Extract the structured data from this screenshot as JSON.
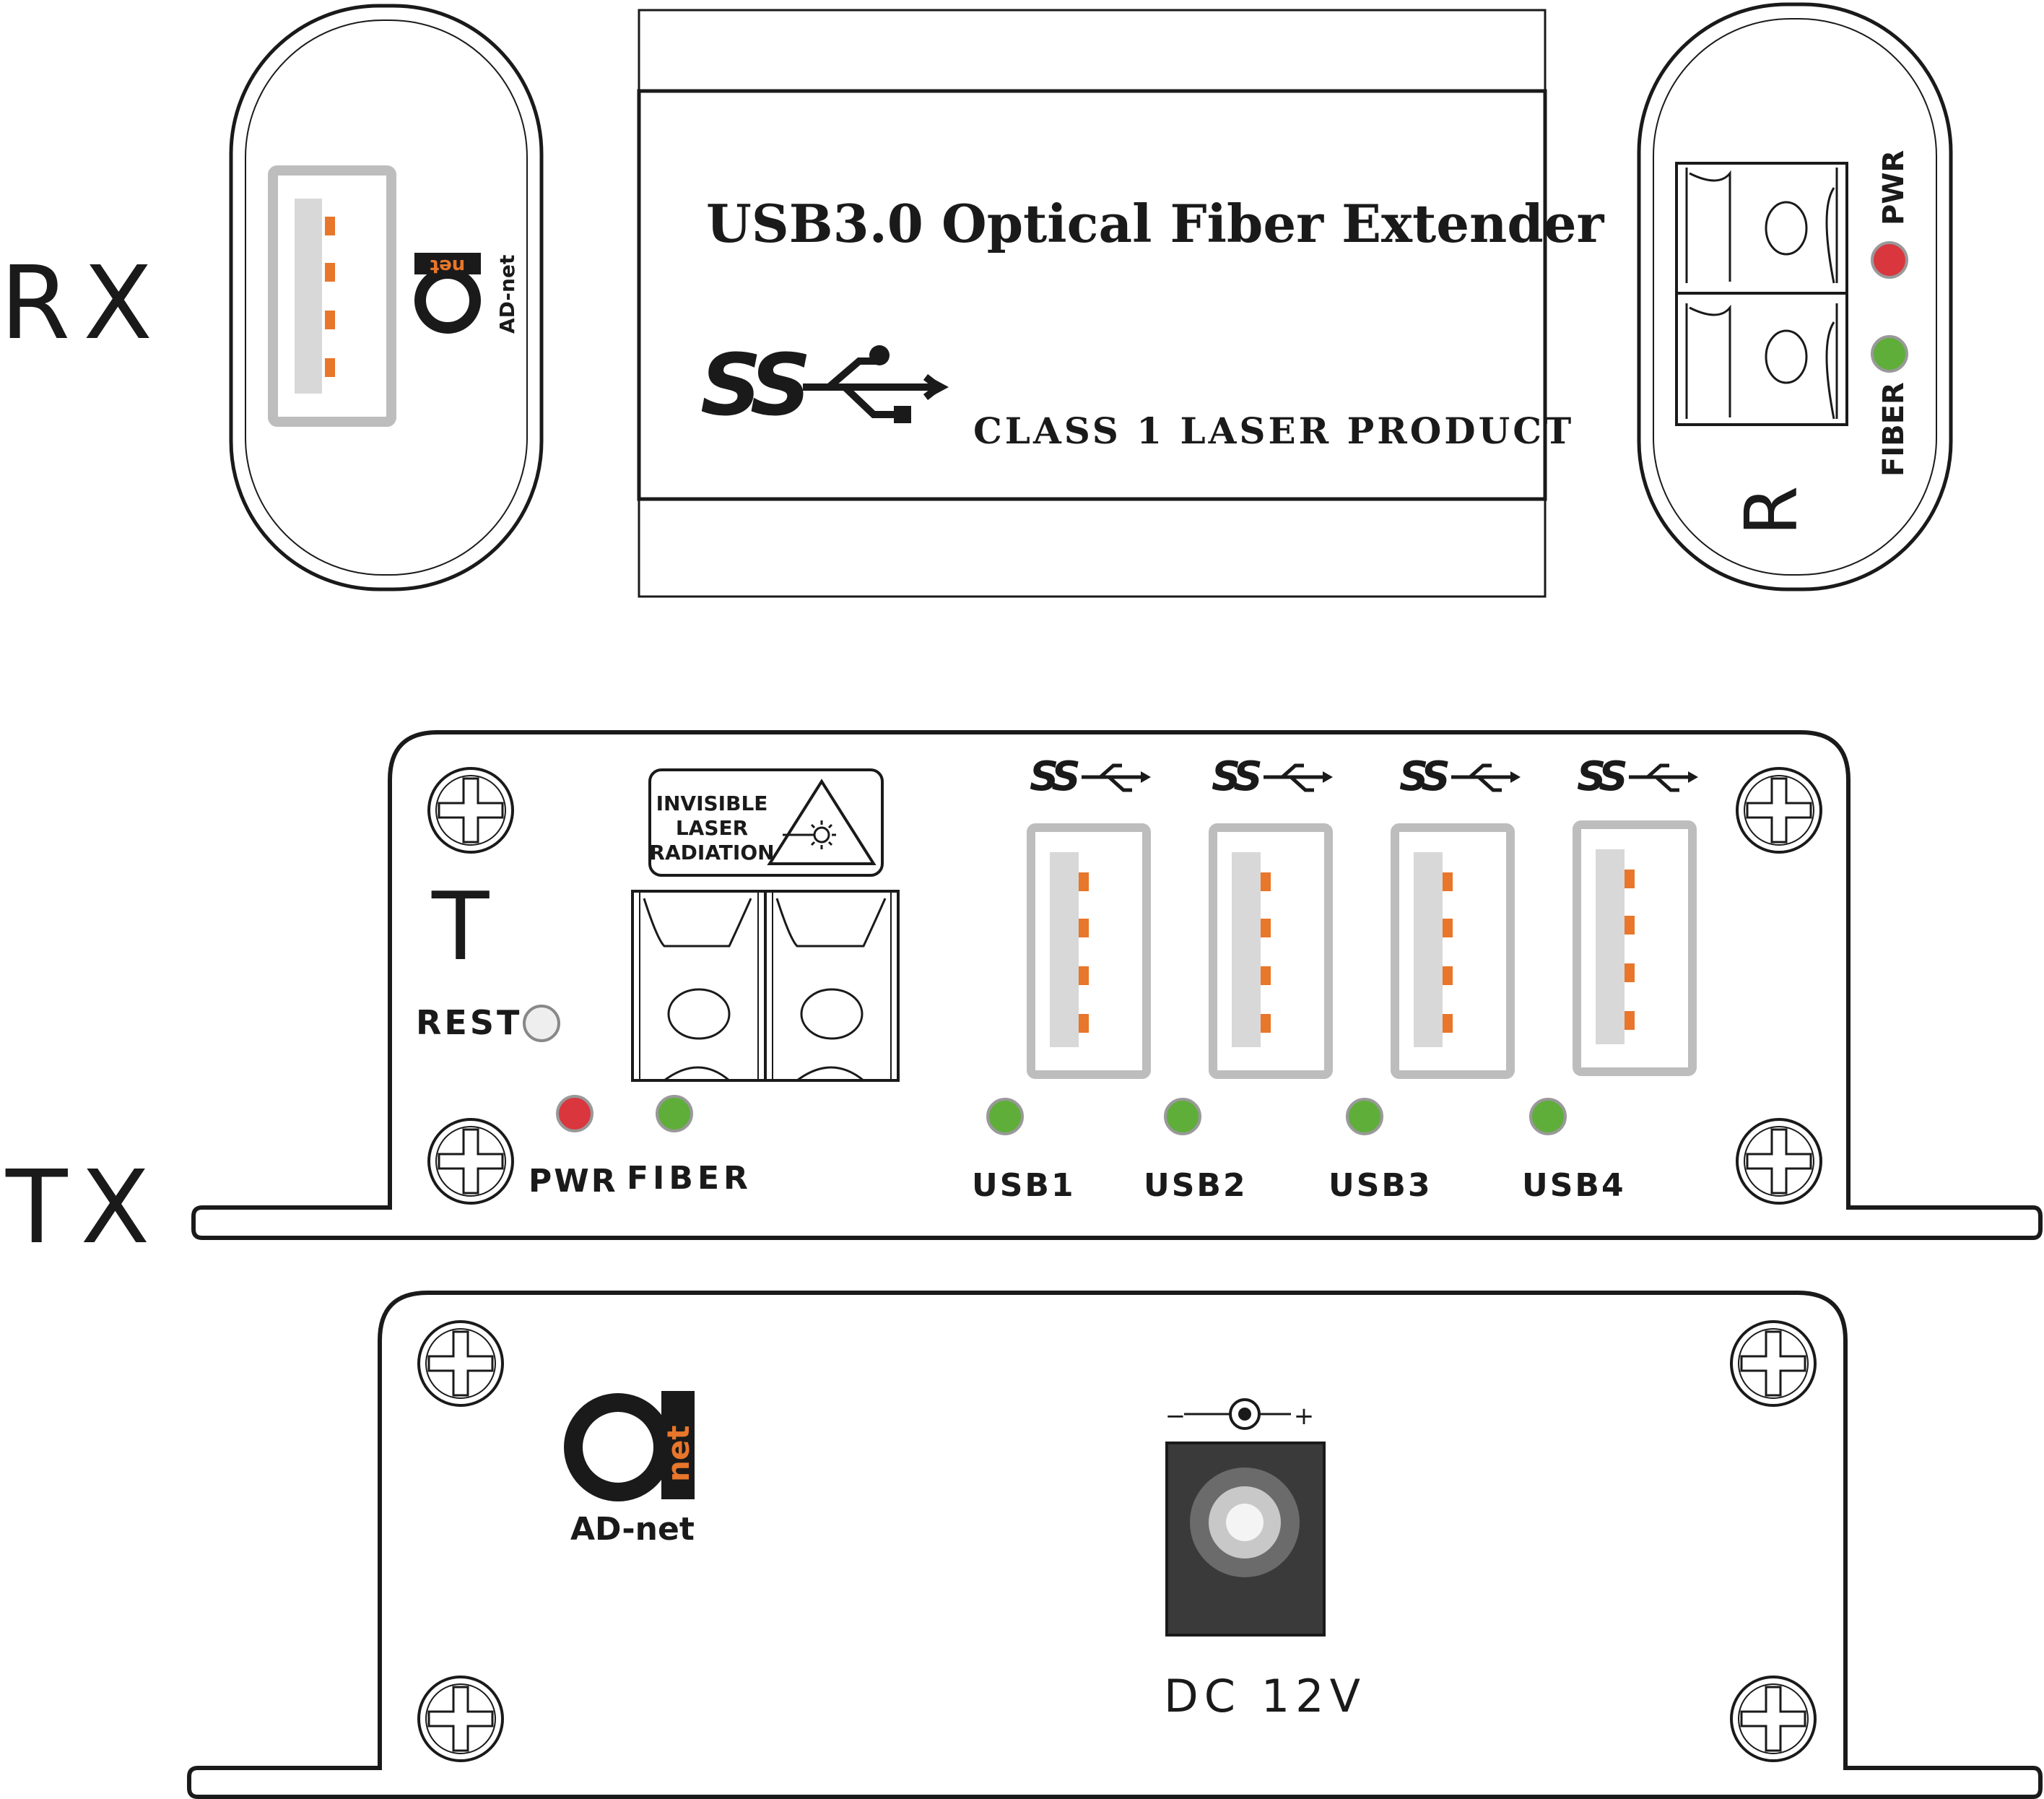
{
  "rx": {
    "label": "RX",
    "usb_end": {
      "logo": {
        "wordmark": "AD-net",
        "badge": "net"
      }
    },
    "body": {
      "title": "USB3.0 Optical Fiber Extender",
      "ss_mark": "SS",
      "class_text": "CLASS 1 LASER PRODUCT"
    },
    "fiber_end": {
      "port_label": "R",
      "leds": [
        {
          "label": "PWR",
          "color": "#d9363e"
        },
        {
          "label": "FIBER",
          "color": "#5fae3a"
        }
      ]
    }
  },
  "tx": {
    "label": "TX",
    "front": {
      "port_label": "T",
      "reset_label": "REST",
      "laser_warning": [
        "INVISIBLE",
        "LASER",
        "RADIATION"
      ],
      "leds": [
        {
          "label": "PWR",
          "color": "#d9363e"
        },
        {
          "label": "FIBER",
          "color": "#5fae3a"
        }
      ],
      "usb_ports": [
        {
          "label": "USB1",
          "mark": "SS"
        },
        {
          "label": "USB2",
          "mark": "SS"
        },
        {
          "label": "USB3",
          "mark": "SS"
        },
        {
          "label": "USB4",
          "mark": "SS"
        }
      ],
      "usb_led_color": "#5fae3a"
    },
    "back": {
      "logo": {
        "wordmark": "AD-net",
        "badge": "net"
      },
      "polarity": {
        "minus": "−",
        "plus": "+"
      },
      "power_label": "DC 12V"
    }
  },
  "colors": {
    "outline": "#1a1a1a",
    "usb_pin": "#e8762b",
    "usb_tongue": "#d8d8d8",
    "brand_orange": "#e8762b"
  }
}
